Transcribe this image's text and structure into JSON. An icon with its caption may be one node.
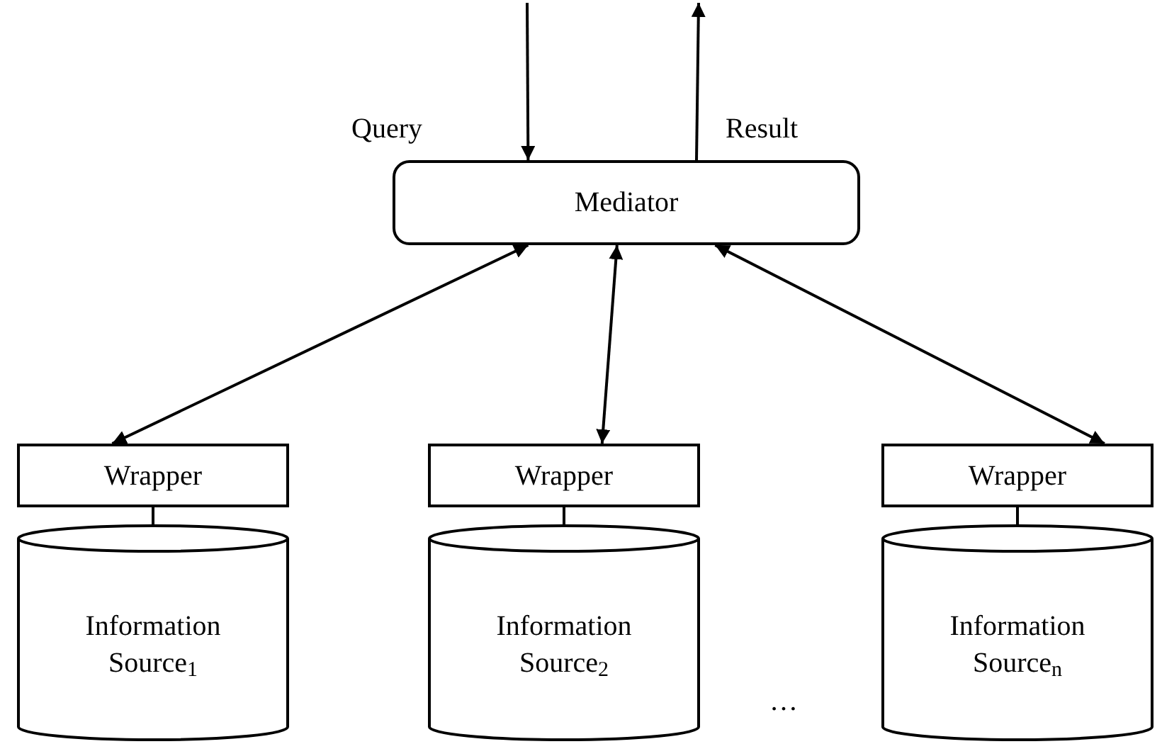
{
  "diagram": {
    "nodes": [
      {
        "text": [
          "Mediator"
        ]
      },
      {
        "text": [
          "Wrapper"
        ]
      },
      {
        "text": [
          "Wrapper"
        ]
      },
      {
        "text": [
          "Wrapper"
        ]
      },
      {
        "text": [
          "Information Source$_{1}$"
        ]
      },
      {
        "text": [
          "Information Source$_{2}$"
        ]
      },
      {
        "text": [
          "Information Source$_{n}$"
        ]
      }
    ],
    "edges": [
      {
        "from": null,
        "to": 0,
        "arrow": "to",
        "label": "Query"
      },
      {
        "from": 0,
        "to": null,
        "arrow": "to",
        "label": "Result"
      },
      {
        "from": 0,
        "to": 1,
        "arrow": "both"
      },
      {
        "from": 0,
        "to": 2,
        "arrow": "both"
      },
      {
        "from": 0,
        "to": 3,
        "arrow": "both"
      },
      {
        "from": 1,
        "to": 4,
        "arrow": "none"
      },
      {
        "from": 2,
        "to": 5,
        "arrow": "none"
      },
      {
        "from": 3,
        "to": 6,
        "arrow": "none"
      }
    ],
    "labels": [
      "…"
    ]
  }
}
